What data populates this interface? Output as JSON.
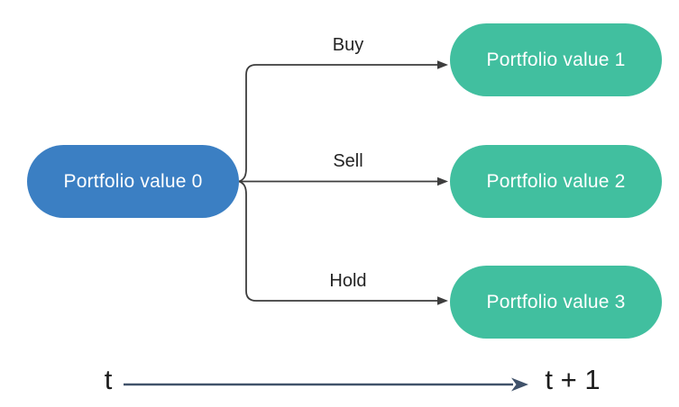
{
  "diagram": {
    "background_color": "#ffffff",
    "nodes": [
      {
        "id": "p0",
        "label": "Portfolio value 0",
        "color": "#3b7fc3",
        "text_color": "#ffffff",
        "shape": "pill"
      },
      {
        "id": "p1",
        "label": "Portfolio value 1",
        "color": "#41bf9f",
        "text_color": "#ffffff",
        "shape": "pill"
      },
      {
        "id": "p2",
        "label": "Portfolio value 2",
        "color": "#41bf9f",
        "text_color": "#ffffff",
        "shape": "pill"
      },
      {
        "id": "p3",
        "label": "Portfolio value 3",
        "color": "#41bf9f",
        "text_color": "#ffffff",
        "shape": "pill"
      }
    ],
    "edges": [
      {
        "from": "p0",
        "to": "p1",
        "label": "Buy"
      },
      {
        "from": "p0",
        "to": "p2",
        "label": "Sell"
      },
      {
        "from": "p0",
        "to": "p3",
        "label": "Hold"
      }
    ],
    "edge_color": "#3d3d3d",
    "edge_label_color": "#242424",
    "timeline": {
      "start_label": "t",
      "end_label": "t + 1",
      "color": "#40526a",
      "text_color": "#1c1c1c"
    }
  }
}
